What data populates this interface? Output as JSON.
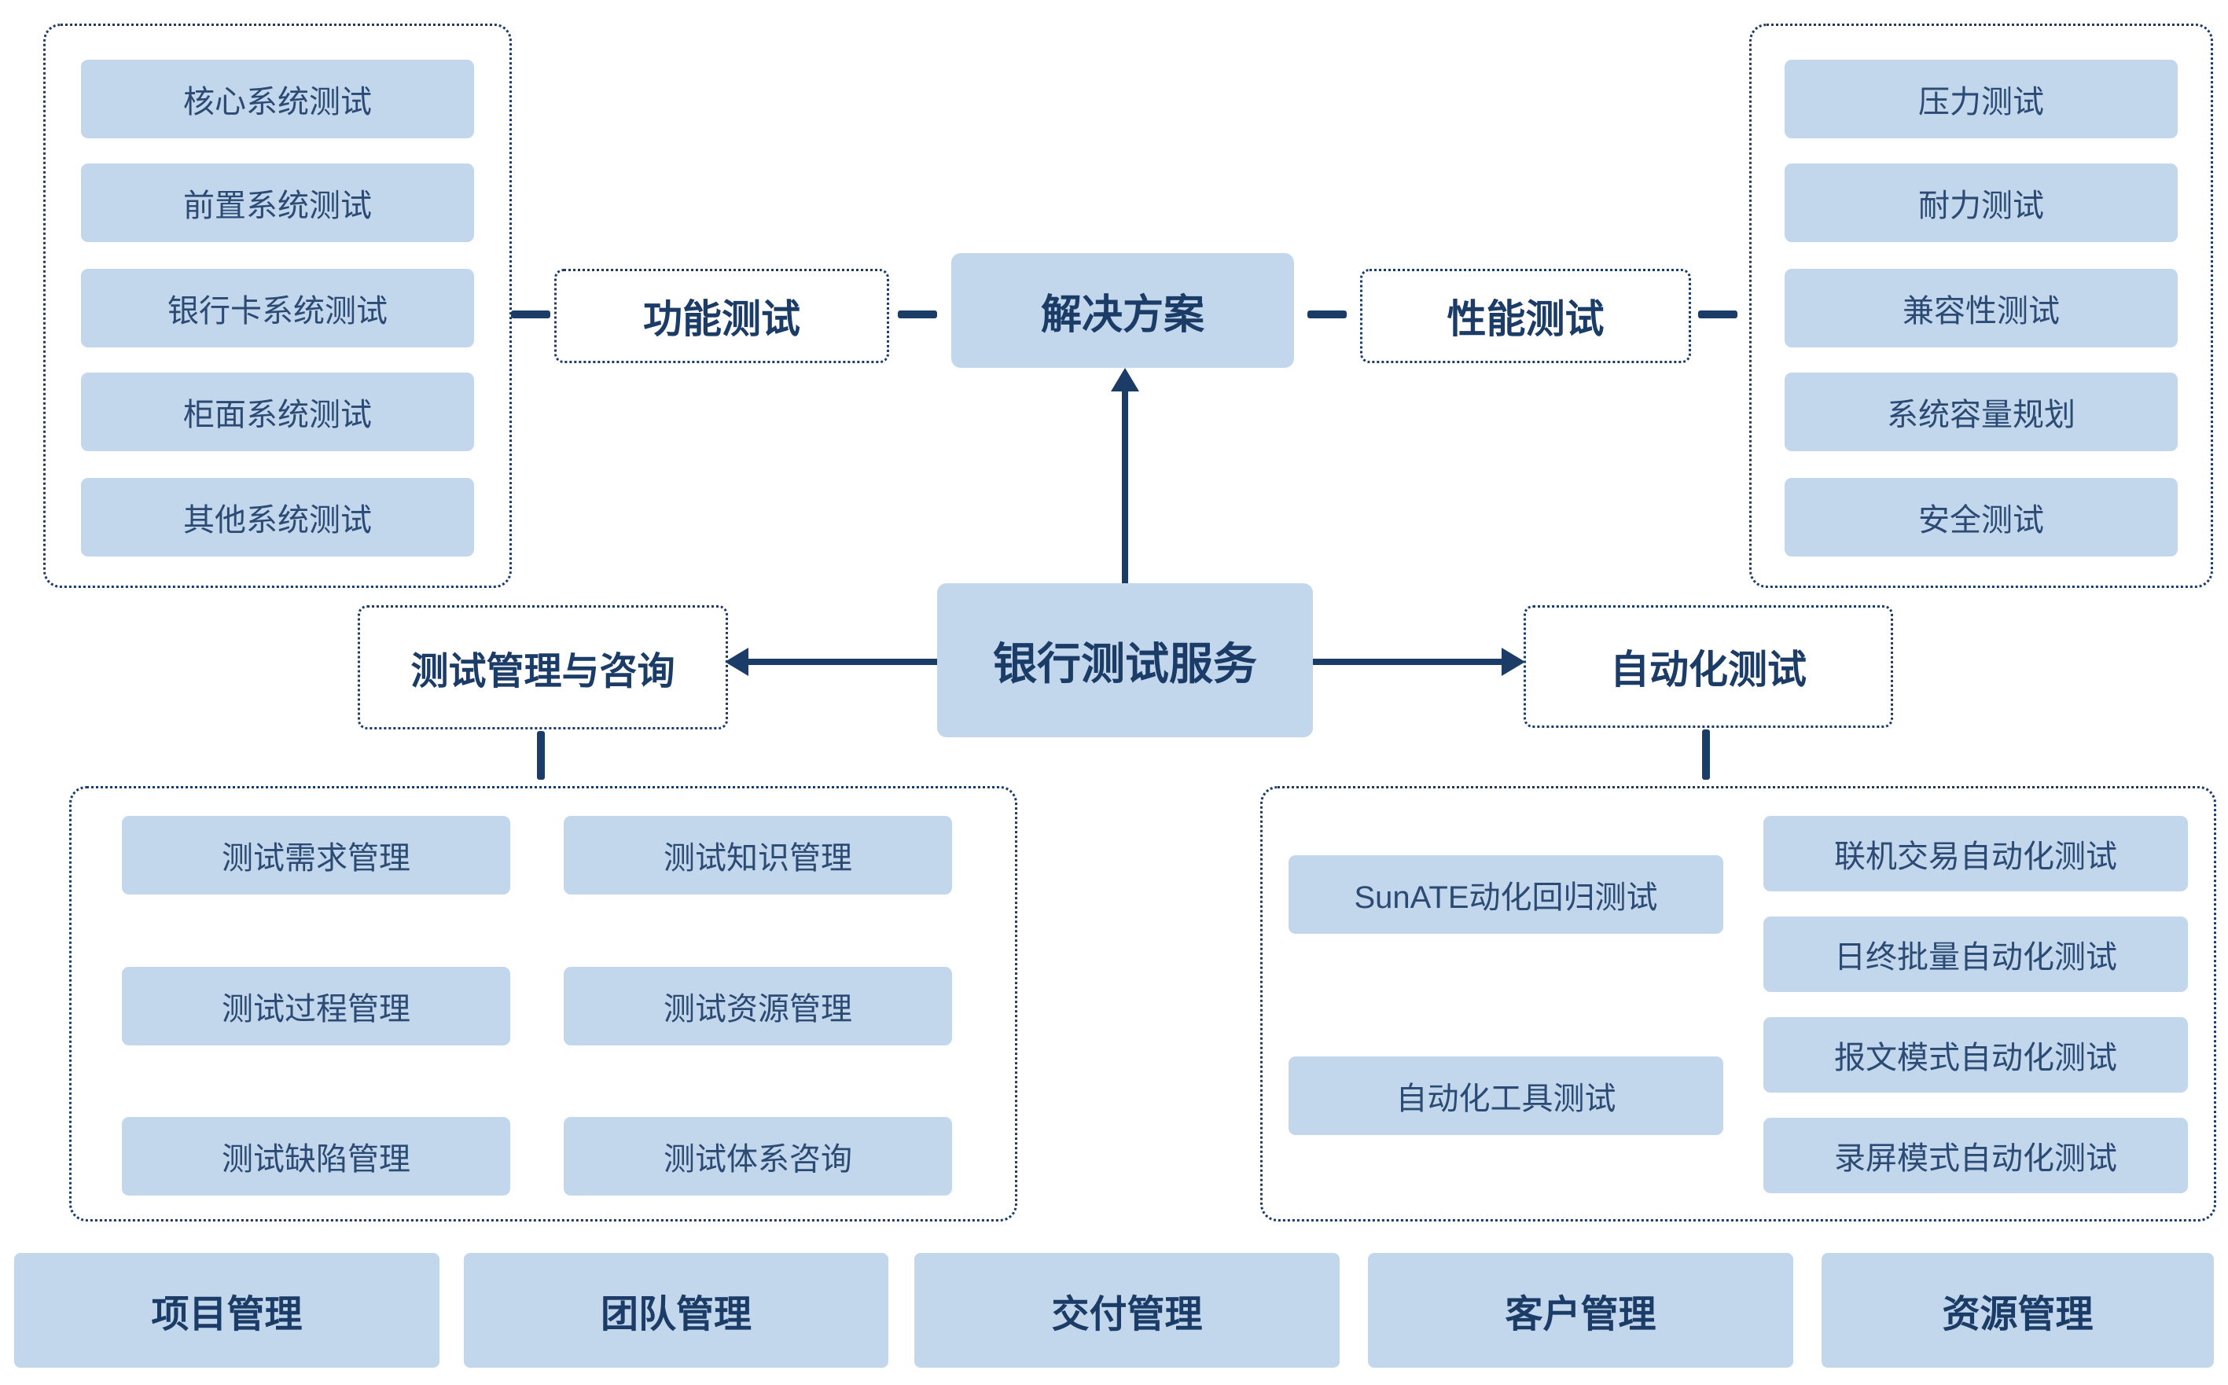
{
  "diagram": {
    "hub": "银行测试服务",
    "solution": "解决方案",
    "functional": {
      "label": "功能测试",
      "items": [
        "核心系统测试",
        "前置系统测试",
        "银行卡系统测试",
        "柜面系统测试",
        "其他系统测试"
      ]
    },
    "performance": {
      "label": "性能测试",
      "items": [
        "压力测试",
        "耐力测试",
        "兼容性测试",
        "系统容量规划",
        "安全测试"
      ]
    },
    "management": {
      "label": "测试管理与咨询",
      "col1": [
        "测试需求管理",
        "测试过程管理",
        "测试缺陷管理"
      ],
      "col2": [
        "测试知识管理",
        "测试资源管理",
        "测试体系咨询"
      ]
    },
    "automation": {
      "label": "自动化测试",
      "col1": [
        "SunATE动化回归测试",
        "自动化工具测试"
      ],
      "col2": [
        "联机交易自动化测试",
        "日终批量自动化测试",
        "报文模式自动化测试",
        "录屏模式自动化测试"
      ]
    },
    "bottom": [
      "项目管理",
      "团队管理",
      "交付管理",
      "客户管理",
      "资源管理"
    ]
  },
  "colors": {
    "box_fill": "#c3d7ec",
    "navy": "#1c3c68",
    "leaf_text": "#2b4a74"
  }
}
